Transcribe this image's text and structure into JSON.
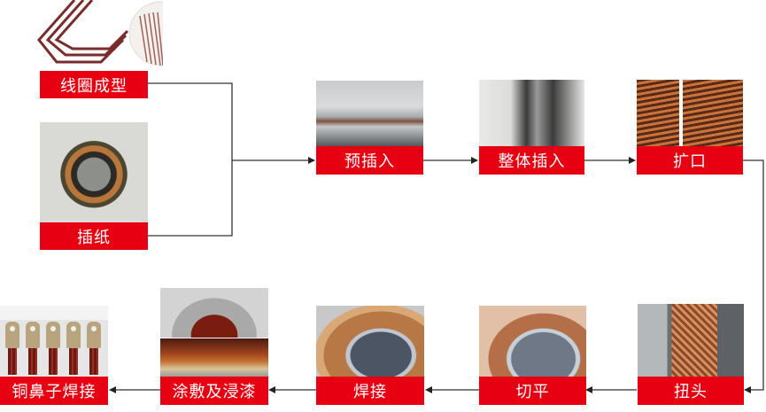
{
  "diagram": {
    "type": "process-flow",
    "accent_color": "#e60012",
    "label_text_color": "#ffffff",
    "line_color": "#333333",
    "steps": [
      {
        "id": "coil-forming",
        "label": "线圈成型",
        "image": "hairpin-coil-photo"
      },
      {
        "id": "paper-insertion",
        "label": "插纸",
        "image": "stator-with-insulation-paper-photo"
      },
      {
        "id": "pre-insertion",
        "label": "预插入",
        "image": "pre-insertion-machine-photo"
      },
      {
        "id": "full-insertion",
        "label": "整体插入",
        "image": "full-insertion-machine-photo"
      },
      {
        "id": "expanding",
        "label": "扩口",
        "image": "expanded-winding-ends-photo"
      },
      {
        "id": "twisting",
        "label": "扭头",
        "image": "twisted-hairpin-ends-photo"
      },
      {
        "id": "cutting",
        "label": "切平",
        "image": "cut-flat-ends-photo"
      },
      {
        "id": "welding",
        "label": "焊接",
        "image": "welded-ends-photo"
      },
      {
        "id": "coating-dipping",
        "label": "涂敷及浸漆",
        "image": "coated-varnished-stator-photo"
      },
      {
        "id": "lug-welding",
        "label": "铜鼻子焊接",
        "image": "copper-lugs-photo"
      }
    ],
    "connections": [
      [
        "coil-forming",
        "pre-insertion"
      ],
      [
        "paper-insertion",
        "pre-insertion"
      ],
      [
        "pre-insertion",
        "full-insertion"
      ],
      [
        "full-insertion",
        "expanding"
      ],
      [
        "expanding",
        "twisting"
      ],
      [
        "twisting",
        "cutting"
      ],
      [
        "cutting",
        "welding"
      ],
      [
        "welding",
        "coating-dipping"
      ],
      [
        "coating-dipping",
        "lug-welding"
      ]
    ]
  }
}
